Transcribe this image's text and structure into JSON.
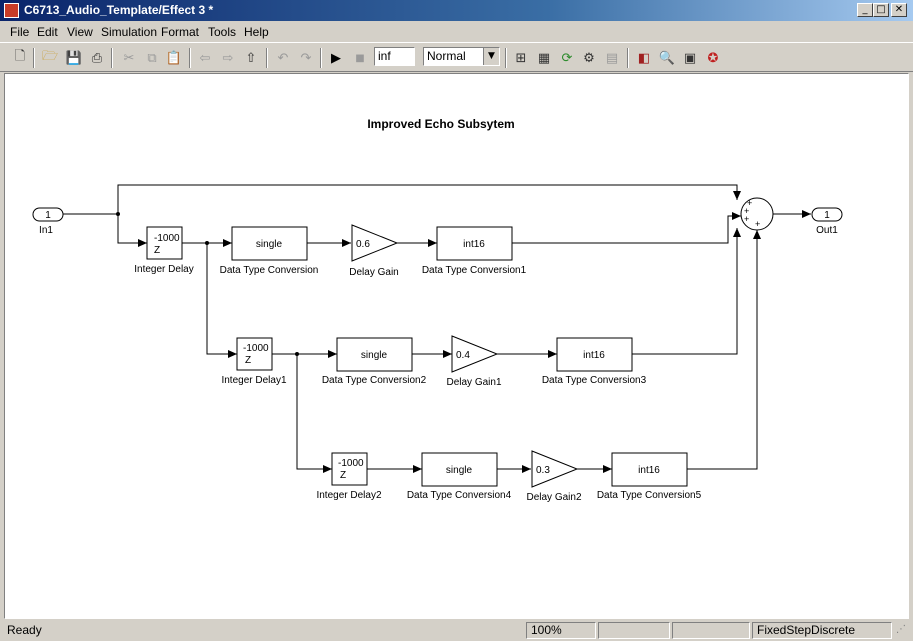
{
  "window": {
    "title": "C6713_Audio_Template/Effect 3 *",
    "controls": [
      "minimize-icon",
      "maximize-icon",
      "close-icon"
    ]
  },
  "menu": {
    "items": [
      "File",
      "Edit",
      "View",
      "Simulation",
      "Format",
      "Tools",
      "Help"
    ]
  },
  "toolbar": {
    "stop_time": "inf",
    "sim_mode": "Normal"
  },
  "diagram": {
    "title": "Improved Echo Subsytem",
    "inport": {
      "number": "1",
      "label": "In1"
    },
    "outport": {
      "number": "1",
      "label": "Out1"
    },
    "sum_signs": [
      "+",
      "+",
      "+",
      "+"
    ],
    "rows": [
      {
        "delay": {
          "value": "-1000",
          "z": "Z",
          "label": "Integer Delay"
        },
        "conv_single": {
          "text": "single",
          "label": "Data Type Conversion"
        },
        "gain": {
          "value": "0.6",
          "label": "Delay Gain"
        },
        "conv_int": {
          "text": "int16",
          "label": "Data Type Conversion1"
        }
      },
      {
        "delay": {
          "value": "-1000",
          "z": "Z",
          "label": "Integer Delay1"
        },
        "conv_single": {
          "text": "single",
          "label": "Data Type Conversion2"
        },
        "gain": {
          "value": "0.4",
          "label": "Delay Gain1"
        },
        "conv_int": {
          "text": "int16",
          "label": "Data Type Conversion3"
        }
      },
      {
        "delay": {
          "value": "-1000",
          "z": "Z",
          "label": "Integer Delay2"
        },
        "conv_single": {
          "text": "single",
          "label": "Data Type Conversion4"
        },
        "gain": {
          "value": "0.3",
          "label": "Delay Gain2"
        },
        "conv_int": {
          "text": "int16",
          "label": "Data Type Conversion5"
        }
      }
    ]
  },
  "status": {
    "state": "Ready",
    "zoom": "100%",
    "solver": "FixedStepDiscrete"
  }
}
